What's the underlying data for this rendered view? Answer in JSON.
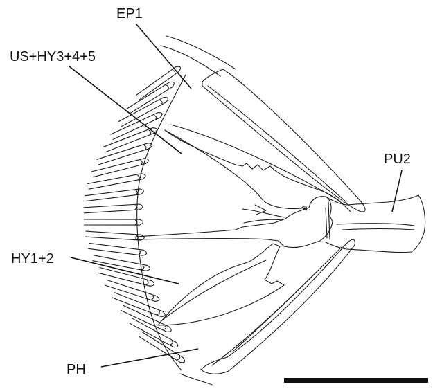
{
  "labels": {
    "ep1": "EP1",
    "us_hy": "US+HY3+4+5",
    "pu2": "PU2",
    "hy12": "HY1+2",
    "ph": "PH"
  }
}
